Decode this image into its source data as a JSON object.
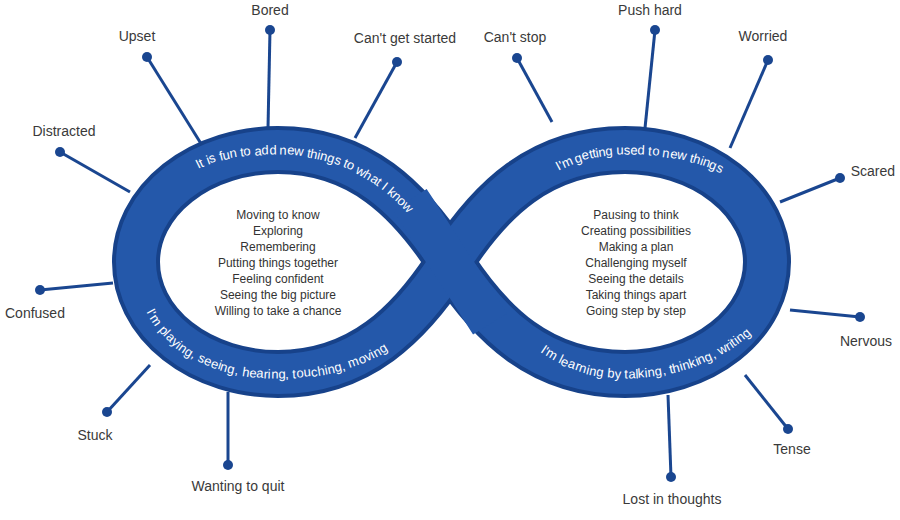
{
  "diagram": {
    "nodes": [
      {
        "text": [
          "It is fun to add new things to what I know",
          "I'm playing, seeing, hearing, touching, moving",
          "Moving to know",
          "Exploring",
          "Remembering",
          "Putting things together",
          "Feeling confident",
          "Seeing the big picture",
          "Willing to take a chance"
        ]
      },
      {
        "text": [
          "I'm getting used to new things",
          "I'm learning by talking, thinking, writing",
          "Pausing to think",
          "Creating possibilities",
          "Making a plan",
          "Challenging myself",
          "Seeing the details",
          "Taking things apart",
          "Going step by step"
        ]
      }
    ],
    "labels": [
      "Bored",
      "Push hard",
      "Upset",
      "Can't get started",
      "Can't stop",
      "Worried",
      "Distracted",
      "Scared",
      "Confused",
      "Nervous",
      "Stuck",
      "Tense",
      "Wanting to quit",
      "Lost in thoughts"
    ]
  }
}
